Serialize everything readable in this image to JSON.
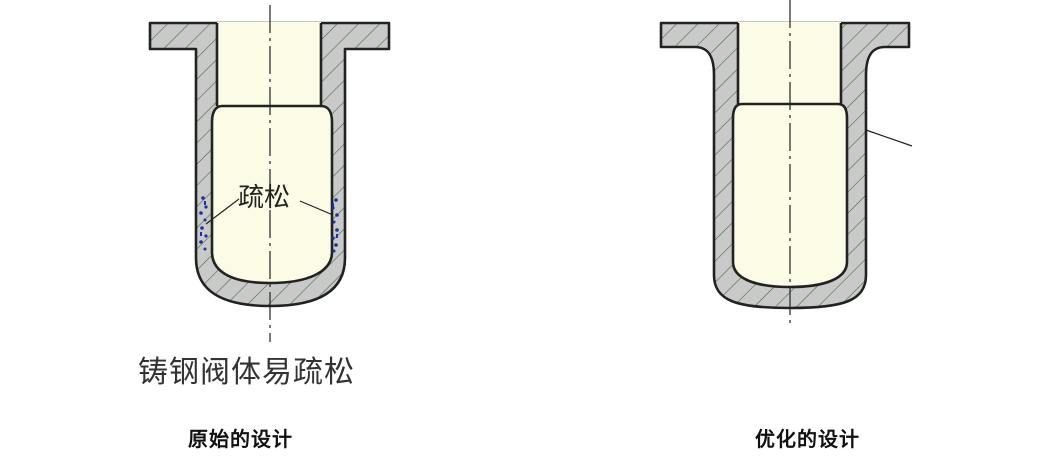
{
  "original": {
    "annotation": "疏松",
    "body_caption": "铸钢阀体易疏松",
    "design_caption": "原始的设计"
  },
  "optimized": {
    "design_caption": "优化的设计"
  },
  "colors": {
    "wall": "#c9c9c9",
    "hatch": "#2f6b2f",
    "cavity": "#fbfbe6",
    "outline": "#222222",
    "porosity": "#1d2fa5"
  }
}
